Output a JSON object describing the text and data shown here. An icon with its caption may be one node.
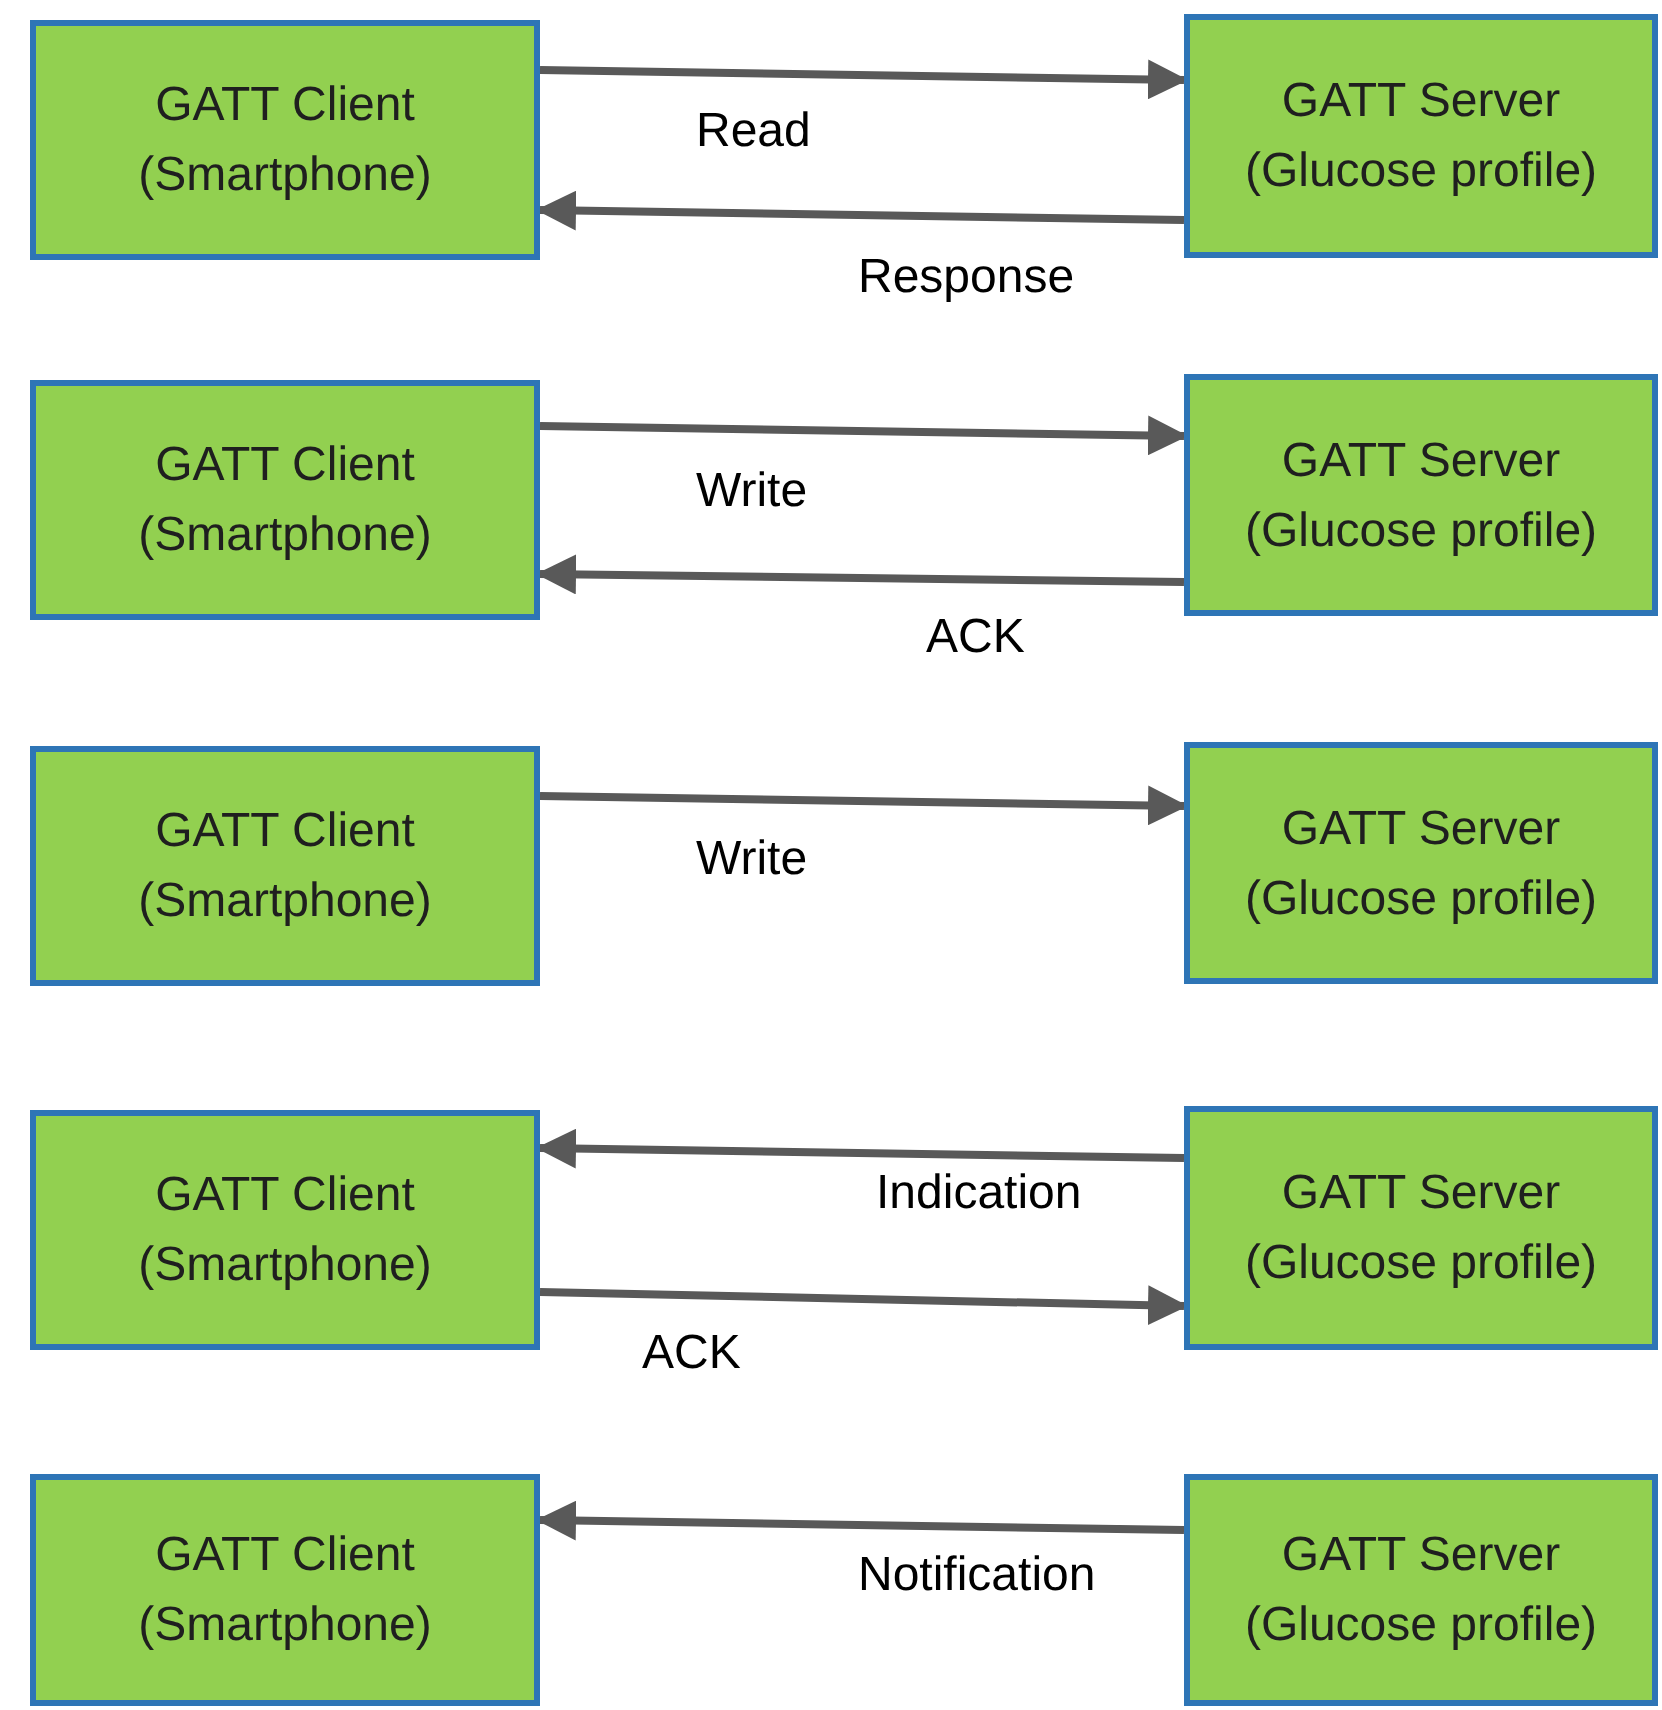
{
  "diagram": {
    "nodes": [
      {
        "text": [
          "GATT Client (Smartphone)"
        ]
      },
      {
        "text": [
          "GATT Server (Glucose profile)"
        ]
      },
      {
        "text": [
          "GATT Client (Smartphone)"
        ]
      },
      {
        "text": [
          "GATT Server (Glucose profile)"
        ]
      },
      {
        "text": [
          "GATT Client (Smartphone)"
        ]
      },
      {
        "text": [
          "GATT Server (Glucose profile)"
        ]
      },
      {
        "text": [
          "GATT Client (Smartphone)"
        ]
      },
      {
        "text": [
          "GATT Server (Glucose profile)"
        ]
      },
      {
        "text": [
          "GATT Client (Smartphone)"
        ]
      },
      {
        "text": [
          "GATT Server (Glucose profile)"
        ]
      }
    ],
    "edges": [
      {
        "from": 0,
        "to": 1,
        "arrow": "to",
        "label": "Read"
      },
      {
        "from": 1,
        "to": 0,
        "arrow": "to",
        "label": "Response"
      },
      {
        "from": 2,
        "to": 3,
        "arrow": "to",
        "label": "Write"
      },
      {
        "from": 3,
        "to": 2,
        "arrow": "to",
        "label": "ACK"
      },
      {
        "from": 4,
        "to": 5,
        "arrow": "to",
        "label": "Write"
      },
      {
        "from": 7,
        "to": 6,
        "arrow": "to",
        "label": "Indication"
      },
      {
        "from": 6,
        "to": 7,
        "arrow": "to",
        "label": "ACK"
      },
      {
        "from": 9,
        "to": 8,
        "arrow": "to",
        "label": "Notification"
      }
    ]
  }
}
